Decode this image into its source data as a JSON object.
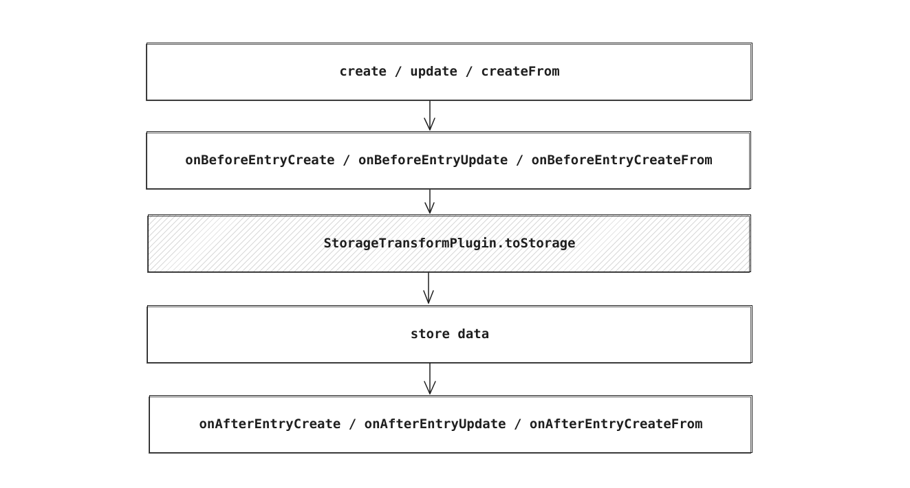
{
  "diagram": {
    "steps": [
      {
        "label": "create / update / createFrom"
      },
      {
        "label": "onBeforeEntryCreate / onBeforeEntryUpdate / onBeforeEntryCreateFrom"
      },
      {
        "label": "StorageTransformPlugin.toStorage"
      },
      {
        "label": "store data"
      },
      {
        "label": "onAfterEntryCreate / onAfterEntryUpdate / onAfterEntryCreateFrom"
      }
    ],
    "colors": {
      "stroke": "#1e1e1e",
      "background": "#ffffff",
      "hatch": "#d8d8d8"
    }
  }
}
